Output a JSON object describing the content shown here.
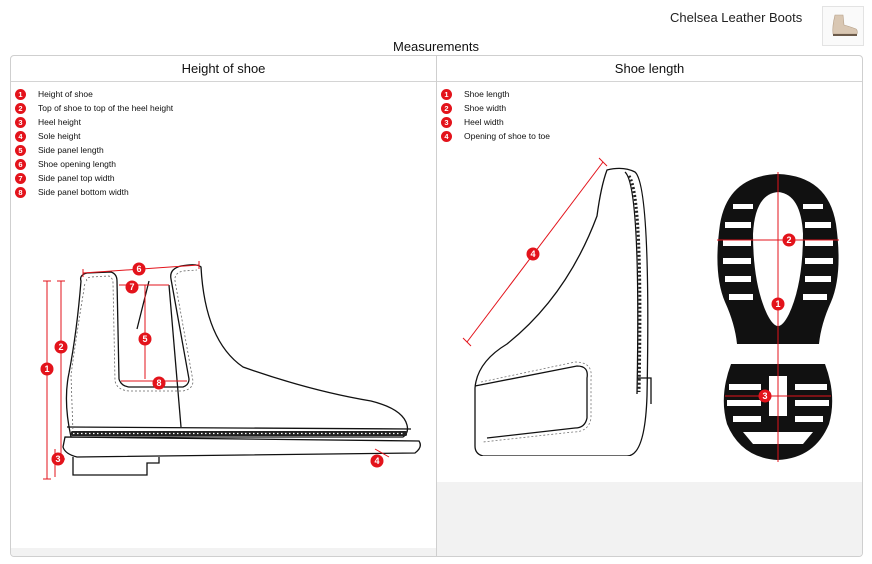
{
  "header": {
    "product_name": "Chelsea Leather Boots",
    "thumbnail_icon": "boot-thumbnail-icon"
  },
  "page_title": "Measurements",
  "left_panel": {
    "title": "Height of shoe",
    "items": [
      {
        "number": "1",
        "label": "Height of shoe"
      },
      {
        "number": "2",
        "label": "Top of shoe to top of the heel height"
      },
      {
        "number": "3",
        "label": "Heel height"
      },
      {
        "number": "4",
        "label": "Sole height"
      },
      {
        "number": "5",
        "label": "Side panel length"
      },
      {
        "number": "6",
        "label": "Shoe opening length"
      },
      {
        "number": "7",
        "label": "Side panel top width"
      },
      {
        "number": "8",
        "label": "Side panel bottom width"
      }
    ]
  },
  "right_panel": {
    "title": "Shoe length",
    "items": [
      {
        "number": "1",
        "label": "Shoe length"
      },
      {
        "number": "2",
        "label": "Shoe width"
      },
      {
        "number": "3",
        "label": "Heel width"
      },
      {
        "number": "4",
        "label": "Opening of shoe to toe"
      }
    ]
  },
  "diagram_markers": {
    "side_view": [
      "1",
      "2",
      "3",
      "4",
      "5",
      "6",
      "7",
      "8"
    ],
    "tilted_view": [
      "4"
    ],
    "sole_view": [
      "1",
      "2",
      "3"
    ]
  },
  "colors": {
    "accent": "#e3131b",
    "border": "#cfcfcf",
    "panel_grey": "#f2f2f2"
  }
}
